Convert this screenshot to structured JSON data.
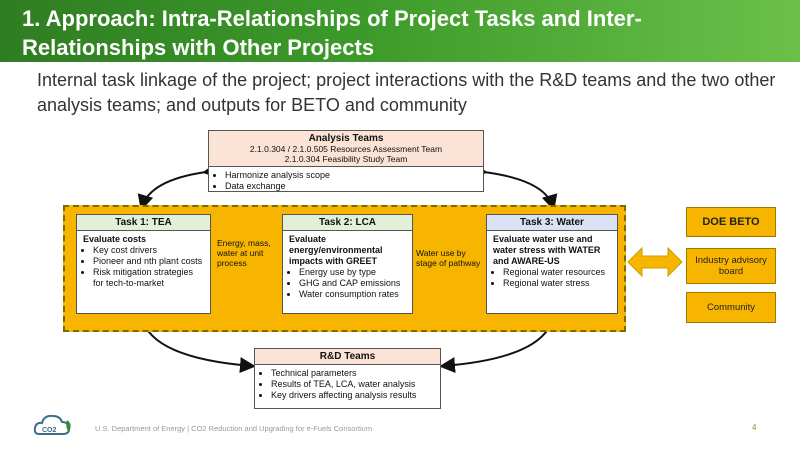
{
  "title": "1. Approach: Intra-Relationships of Project Tasks and Inter-Relationships with Other Projects",
  "subtitle": "Internal task linkage of the project; project interactions with the R&D teams and the two other analysis teams; and outputs for BETO and community",
  "analysis_teams": {
    "header": "Analysis Teams",
    "subheader1": "2.1.0.304 / 2.1.0.505 Resources Assessment Team",
    "subheader2": "2.1.0.304 Feasibility Study Team",
    "items": [
      "Harmonize analysis scope",
      "Data exchange"
    ]
  },
  "task1": {
    "header": "Task 1: TEA",
    "lead": "Evaluate costs",
    "items": [
      "Key cost drivers",
      "Pioneer and nth plant costs",
      "Risk mitigation strategies for tech-to-market"
    ]
  },
  "task2": {
    "header": "Task 2: LCA",
    "lead": "Evaluate energy/environmental impacts with GREET",
    "items": [
      "Energy use by type",
      "GHG and CAP emissions",
      "Water consumption rates"
    ]
  },
  "task3": {
    "header": "Task 3: Water",
    "lead": "Evaluate water use and water stress with WATER and AWARE-US",
    "items": [
      "Regional water resources",
      "Regional water stress"
    ]
  },
  "link12": "Energy, mass, water at unit process",
  "link23": "Water use by stage of pathway",
  "rd_teams": {
    "header": "R&D Teams",
    "items": [
      "Technical parameters",
      "Results of TEA, LCA, water analysis",
      "Key drivers affecting analysis results"
    ]
  },
  "outputs": {
    "doe": "DOE BETO",
    "industry": "Industry advisory board",
    "community": "Community"
  },
  "logo_text": "CO2",
  "footer": "U.S. Department of Energy    |    CO2 Reduction and Upgrading for e-Fuels Consortium",
  "page_number": "4",
  "colors": {
    "title_green": "#3c9a2a",
    "highlight": "#f7b500",
    "peach": "#fbe3d6",
    "green": "#e2f0d9",
    "blue": "#dae3f3"
  }
}
